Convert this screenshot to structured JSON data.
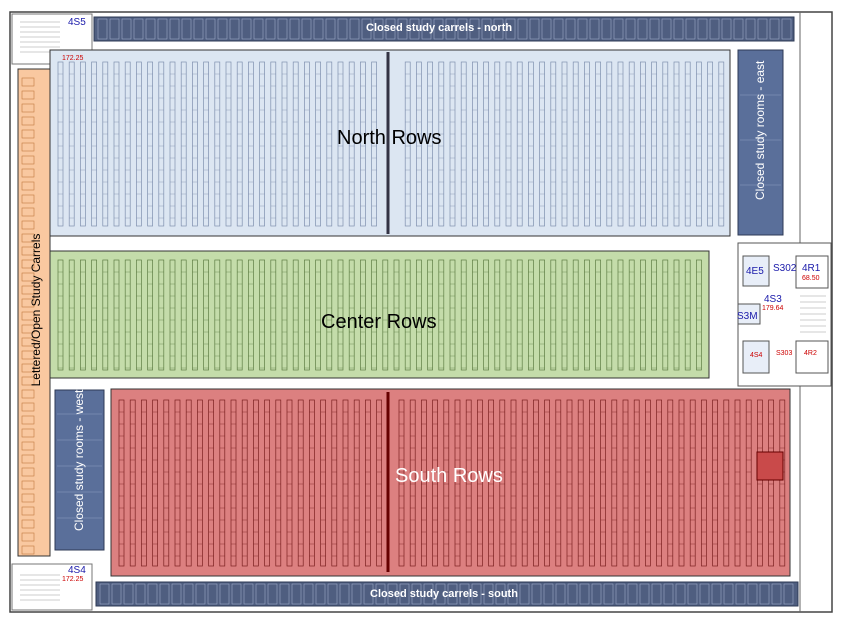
{
  "zones": {
    "north_carrels": "Closed study carrels - north",
    "south_carrels": "Closed study carrels - south",
    "north_rows": "North Rows",
    "center_rows": "Center Rows",
    "south_rows": "South Rows",
    "lettered": "Lettered/Open Study Carrels",
    "east_rooms": "Closed study rooms - east",
    "west_rooms": "Closed study rooms - west"
  },
  "rooms": {
    "r4s5": "4S5",
    "r4s5_area": "172.25",
    "r4s4": "4S4",
    "r4s4_area": "172.25",
    "r4e5": "4E5",
    "rs302": "S302",
    "r4r1": "4R1",
    "r4r1_area": "68.50",
    "r4s3": "4S3",
    "r4s3_area": "179.64",
    "rs3m": "S3M",
    "r4s4b": "4S4",
    "rs303": "S303",
    "r4r2": "4R2"
  },
  "colors": {
    "north": "#dce6f2",
    "center": "#c4dcaa",
    "south": "#dc8080",
    "lettered": "#f9c8a0",
    "band": "#4f5e80",
    "rooms": "#5a6f9a"
  }
}
